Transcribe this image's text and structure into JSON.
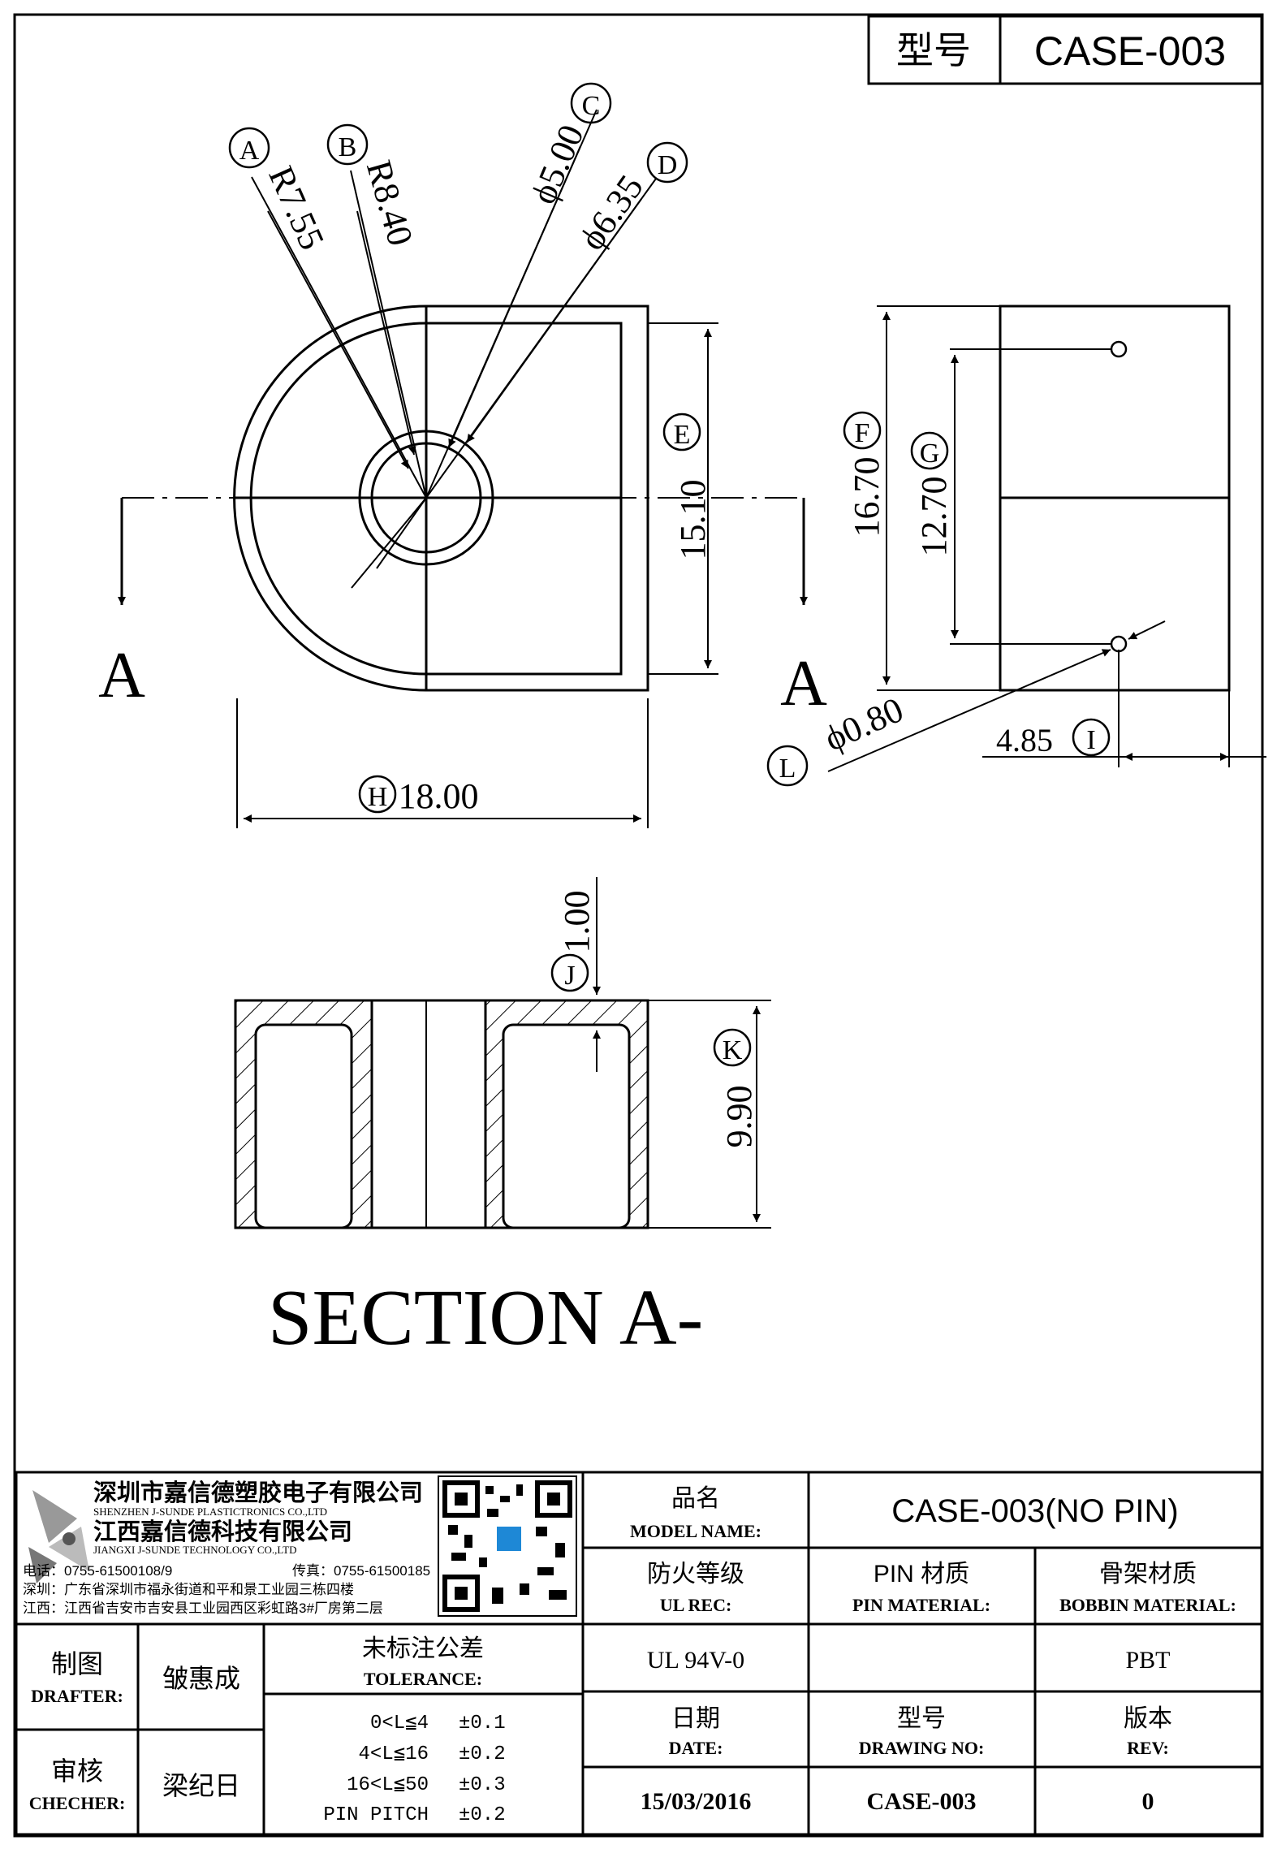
{
  "title_block_top": {
    "model_label": "型号",
    "model_value": "CASE-003"
  },
  "dimensions": {
    "A": {
      "letter": "A",
      "value": "R7.55"
    },
    "B": {
      "letter": "B",
      "value": "R8.40"
    },
    "C": {
      "letter": "C",
      "value": "ϕ5.00"
    },
    "D": {
      "letter": "D",
      "value": "ϕ6.35"
    },
    "E": {
      "letter": "E",
      "value": "15.10"
    },
    "F": {
      "letter": "F",
      "value": "16.70"
    },
    "G": {
      "letter": "G",
      "value": "12.70"
    },
    "H": {
      "letter": "H",
      "value": "18.00"
    },
    "I": {
      "letter": "I",
      "value": "4.85"
    },
    "J": {
      "letter": "J",
      "value": "1.00"
    },
    "K": {
      "letter": "K",
      "value": "9.90"
    },
    "L": {
      "letter": "L",
      "value": "ϕ0.80"
    }
  },
  "section_marker": "A",
  "section_title": "SECTION A-",
  "company": {
    "name_cn_1": "深圳市嘉信德塑胶电子有限公司",
    "name_en_1": "SHENZHEN J-SUNDE PLASTICTRONICS CO.,LTD",
    "name_cn_2": "江西嘉信德科技有限公司",
    "name_en_2": "JIANGXI J-SUNDE TECHNOLOGY CO.,LTD",
    "phone": "电话：0755-61500108/9",
    "fax": "传真：0755-61500185",
    "addr_sz": "深圳：广东省深圳市福永街道和平和景工业园三栋四楼",
    "addr_jx": "江西：江西省吉安市吉安县工业园西区彩虹路3#厂房第二层"
  },
  "title_block": {
    "model_name_cn": "品名",
    "model_name_en": "MODEL NAME:",
    "model_name_value": "CASE-003(NO PIN)",
    "ul_cn": "防火等级",
    "ul_en": "UL REC:",
    "pin_mat_cn": "PIN 材质",
    "pin_mat_en": "PIN MATERIAL:",
    "bobbin_cn": "骨架材质",
    "bobbin_en": "BOBBIN MATERIAL:",
    "ul_value": "UL 94V-0",
    "pin_value": "",
    "bobbin_value": "PBT",
    "drafter_cn": "制图",
    "drafter_en": "DRAFTER:",
    "drafter_name": "皱惠成",
    "checker_cn": "审核",
    "checker_en": "CHECHER:",
    "checker_name": "梁纪日",
    "tol_cn": "未标注公差",
    "tol_en": "TOLERANCE:",
    "tolerances": [
      {
        "range": "0<L≦4",
        "value": "±0.1"
      },
      {
        "range": "4<L≦16",
        "value": "±0.2"
      },
      {
        "range": "16<L≦50",
        "value": "±0.3"
      },
      {
        "range": "PIN PITCH",
        "value": "±0.2"
      }
    ],
    "date_cn": "日期",
    "date_en": "DATE:",
    "date_value": "15/03/2016",
    "drawing_cn": "型号",
    "drawing_en": "DRAWING NO:",
    "drawing_value": "CASE-003",
    "rev_cn": "版本",
    "rev_en": "REV:",
    "rev_value": "0"
  }
}
